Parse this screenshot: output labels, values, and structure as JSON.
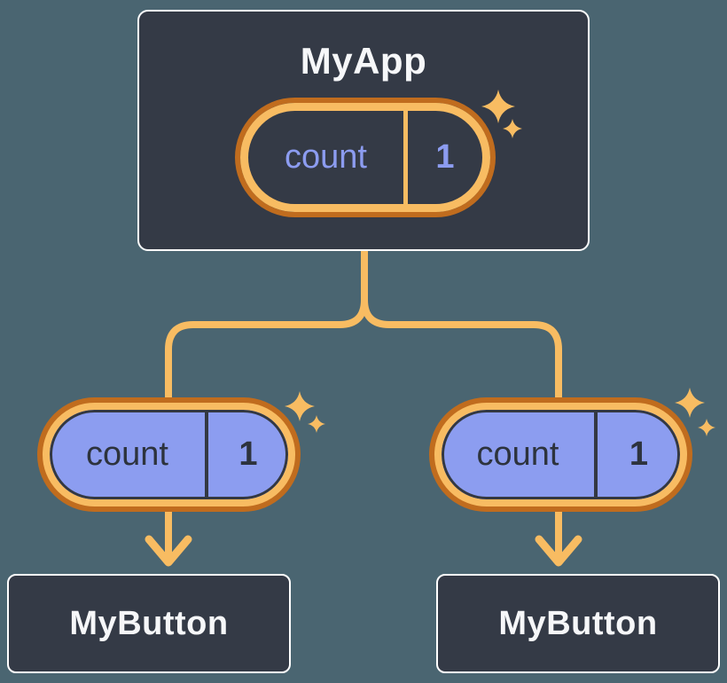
{
  "diagram": {
    "root": {
      "label": "MyApp",
      "state_pill": {
        "key": "count",
        "value": "1"
      }
    },
    "children": [
      {
        "label": "MyButton",
        "state_pill": {
          "key": "count",
          "value": "1"
        }
      },
      {
        "label": "MyButton",
        "state_pill": {
          "key": "count",
          "value": "1"
        }
      }
    ]
  },
  "icons": {
    "sparkle": "four-point-star",
    "arrow": "downward-chevron-arrow"
  },
  "colors": {
    "background": "#4A6571",
    "card_fill": "#343A46",
    "card_border": "#FFFFFF",
    "ring_inner": "#F8BC62",
    "ring_outer": "#C06C1E",
    "connector": "#F8BC62",
    "pill_fill_child": "#8C9DF0",
    "pill_text_root": "#8C9CF0",
    "pill_text_child": "#2D333D",
    "outline_dark": "#333842",
    "text_light": "#F6F7F9"
  }
}
